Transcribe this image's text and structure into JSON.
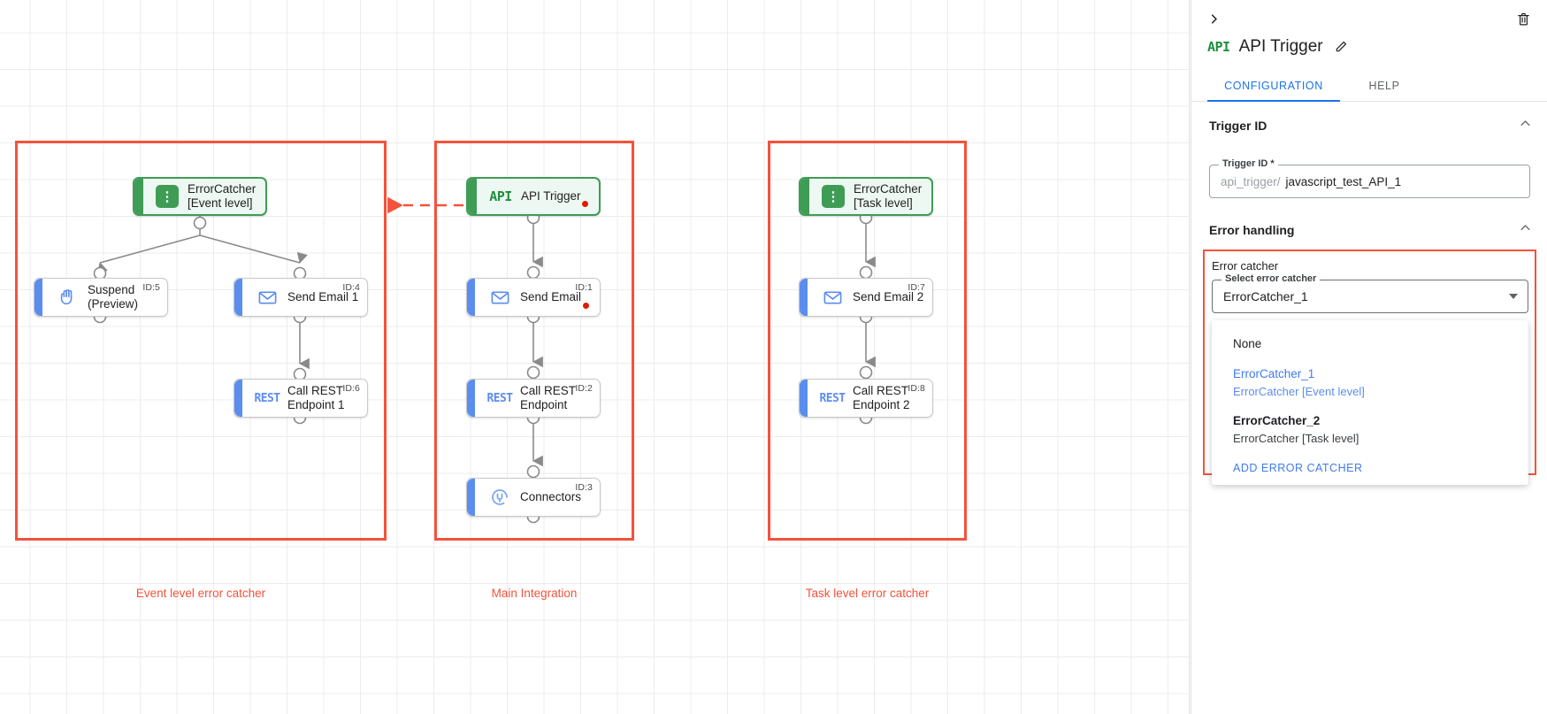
{
  "panel": {
    "collapse_icon": "chevron-right-icon",
    "delete_icon": "trash-icon",
    "title_icon_text": "API",
    "title": "API Trigger",
    "edit_icon": "pencil-icon",
    "tabs": [
      {
        "label": "CONFIGURATION",
        "active": true
      },
      {
        "label": "HELP",
        "active": false
      }
    ],
    "trigger_id_section": {
      "heading": "Trigger ID",
      "collapse_icon": "chevron-up-icon",
      "field_legend": "Trigger ID *",
      "field_prefix": "api_trigger/",
      "field_value": "javascript_test_API_1"
    },
    "error_handling_section": {
      "heading": "Error handling",
      "collapse_icon": "chevron-up-icon",
      "error_catcher_label": "Error catcher",
      "select_legend": "Select error catcher",
      "select_value": "ErrorCatcher_1",
      "dropdown_options": [
        {
          "primary": "None",
          "secondary": "",
          "selected": false
        },
        {
          "primary": "ErrorCatcher_1",
          "secondary": "ErrorCatcher [Event level]",
          "selected": true
        },
        {
          "primary": "ErrorCatcher_2",
          "secondary": "ErrorCatcher [Task level]",
          "selected": false
        }
      ],
      "add_action": "ADD ERROR CATCHER"
    }
  },
  "canvas": {
    "groups": [
      {
        "label": "Event level error catcher"
      },
      {
        "label": "Main Integration"
      },
      {
        "label": "Task level error catcher"
      }
    ],
    "nodes": {
      "error_catcher_event": {
        "title": "ErrorCatcher\n[Event level]",
        "id": "",
        "icon": "error-catcher-icon"
      },
      "suspend": {
        "title": "Suspend\n(Preview)",
        "id": "ID:5",
        "icon": "hand-icon"
      },
      "send_email_1": {
        "title": "Send Email 1",
        "id": "ID:4",
        "icon": "envelope-icon"
      },
      "call_rest_1": {
        "title": "Call REST\nEndpoint 1",
        "id": "ID:6",
        "icon": "rest-icon",
        "icon_text": "REST"
      },
      "api_trigger": {
        "title": "API Trigger",
        "id": "",
        "icon": "api-icon",
        "icon_text": "API"
      },
      "send_email": {
        "title": "Send Email",
        "id": "ID:1",
        "icon": "envelope-icon"
      },
      "call_rest": {
        "title": "Call REST\nEndpoint",
        "id": "ID:2",
        "icon": "rest-icon",
        "icon_text": "REST"
      },
      "connectors": {
        "title": "Connectors",
        "id": "ID:3",
        "icon": "connectors-icon"
      },
      "error_catcher_task": {
        "title": "ErrorCatcher\n[Task level]",
        "id": "",
        "icon": "error-catcher-icon"
      },
      "send_email_2": {
        "title": "Send Email 2",
        "id": "ID:7",
        "icon": "envelope-icon"
      },
      "call_rest_2": {
        "title": "Call REST\nEndpoint 2",
        "id": "ID:8",
        "icon": "rest-icon",
        "icon_text": "REST"
      }
    }
  },
  "colors": {
    "group_red": "#f4523b",
    "accent_blue": "#5b8def",
    "accent_green": "#3f9c55",
    "link_blue": "#3e7bf0",
    "tab_blue": "#1a73e8",
    "status_dot": "#e01b00"
  }
}
